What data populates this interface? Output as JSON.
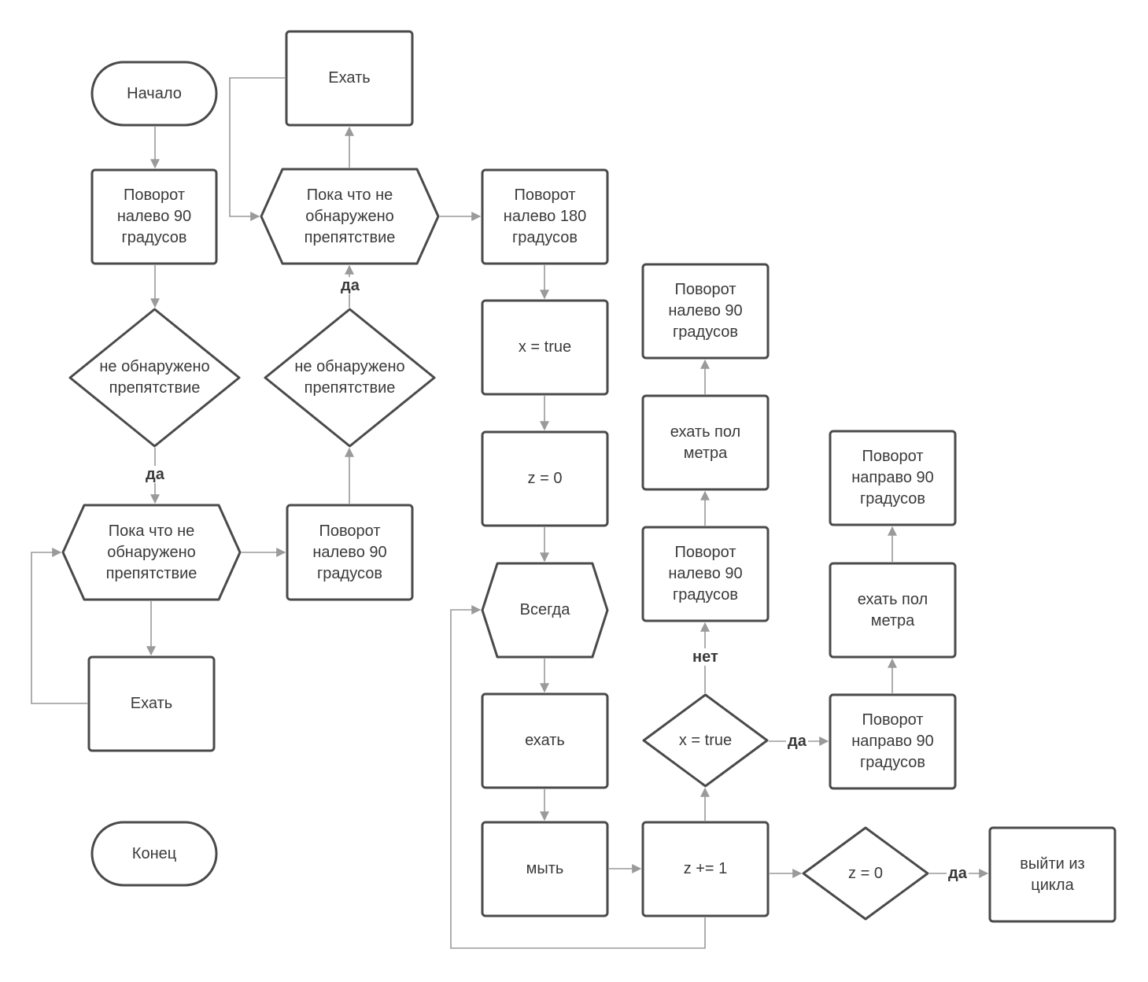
{
  "diagram": {
    "colors": {
      "stroke": "#4a4a4a",
      "connector": "#9a9a9a",
      "fill": "#ffffff",
      "text": "#3a3a3a"
    },
    "nodes": {
      "start": "Начало",
      "turn_left_90_a": "Поворот\nналево 90\nградусов",
      "check_a": "не обнаружено\nпрепятствие",
      "loop_a": "Пока что не\nобнаружено\nпрепятствие",
      "drive_a": "Ехать",
      "end": "Конец",
      "turn_left_90_b": "Поворот\nналево 90\nградусов",
      "check_b": "не обнаружено\nпрепятствие",
      "loop_b": "Пока что не\nобнаружено\nпрепятствие",
      "drive_b": "Ехать",
      "turn_left_180": "Поворот\nналево 180\nградусов",
      "x_true_assign": "x = true",
      "z_zero_assign": "z = 0",
      "always": "Всегда",
      "drive_c": "ехать",
      "wash": "мыть",
      "z_increment": "z += 1",
      "z_zero_check": "z = 0",
      "exit_loop": "выйти из\nцикла",
      "x_true_check": "x = true",
      "turn_left_90_c": "Поворот\nналево 90\nградусов",
      "drive_half_a": "ехать пол\nметра",
      "turn_left_90_d": "Поворот\nналево 90\nградусов",
      "turn_right_90_a": "Поворот\nнаправо 90\nградусов",
      "drive_half_b": "ехать пол\nметра",
      "turn_right_90_b": "Поворот\nнаправо 90\nградусов"
    },
    "labels": {
      "yes_check_a": "да",
      "yes_check_b": "да",
      "no_x_true": "нет",
      "yes_x_true": "да",
      "yes_z_zero": "да"
    }
  }
}
